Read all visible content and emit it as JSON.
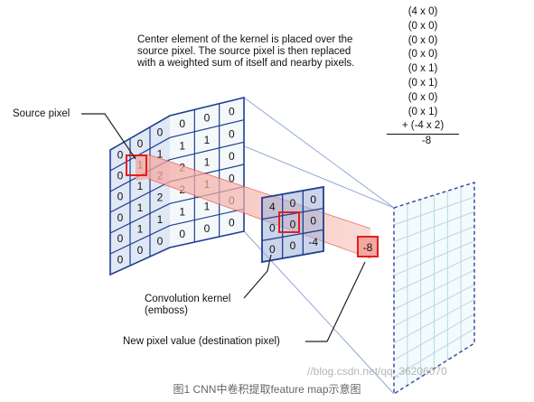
{
  "header_text": "Center element of the kernel is placed over the\nsource pixel. The source pixel is then replaced\nwith a weighted sum of itself and nearby pixels.",
  "sum_lines": [
    "(4 x 0)",
    "(0 x 0)",
    "(0 x 0)",
    "(0 x 0)",
    "(0 x 1)",
    "(0 x 1)",
    "(0 x 0)",
    "(0 x 1)",
    "+ (-4 x 2)"
  ],
  "sum_result": "-8",
  "labels": {
    "source_pixel": "Source pixel",
    "kernel": "Convolution kernel\n(emboss)",
    "new_pixel": "New pixel value (destination pixel)"
  },
  "source_grid": [
    [
      "0",
      "0",
      "0",
      "0",
      "0",
      "0"
    ],
    [
      "0",
      "1",
      "1",
      "1",
      "1",
      "0"
    ],
    [
      "0",
      "1",
      "2",
      "2",
      "1",
      "0"
    ],
    [
      "0",
      "1",
      "2",
      "2",
      "1",
      "0"
    ],
    [
      "0",
      "1",
      "1",
      "1",
      "1",
      "0"
    ],
    [
      "0",
      "0",
      "0",
      "0",
      "0",
      "0"
    ]
  ],
  "kernel_grid": [
    [
      "4",
      "0",
      "0"
    ],
    [
      "0",
      "0",
      "0"
    ],
    [
      "0",
      "0",
      "-4"
    ]
  ],
  "destination_value": "-8",
  "caption": "图1 CNN中卷积提取feature map示意图",
  "watermark": "//blog.csdn.net/qq_36206070",
  "colors": {
    "input_grid_blue": "#1f3f8f",
    "highlight_red": "#e0201e",
    "beam_pink": "#f6b3ab",
    "kernel_fill": "#9fb0d8",
    "output_grid": "#b7d9de",
    "output_border": "#3b4fa0"
  }
}
